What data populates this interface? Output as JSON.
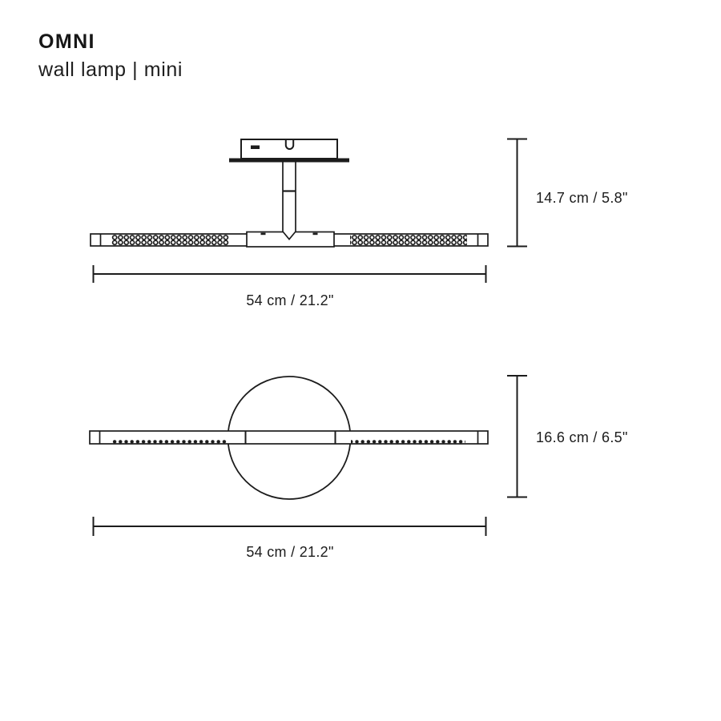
{
  "page": {
    "background_color": "#ffffff",
    "ink_color": "#1c1c1c"
  },
  "header": {
    "brand": "OMNI",
    "product": "wall lamp | mini"
  },
  "views": {
    "side": {
      "height_label": "14.7 cm / 5.8\"",
      "width_label": "54 cm / 21.2\""
    },
    "front": {
      "height_label": "16.6 cm / 6.5\"",
      "width_label": "54 cm / 21.2\""
    }
  }
}
